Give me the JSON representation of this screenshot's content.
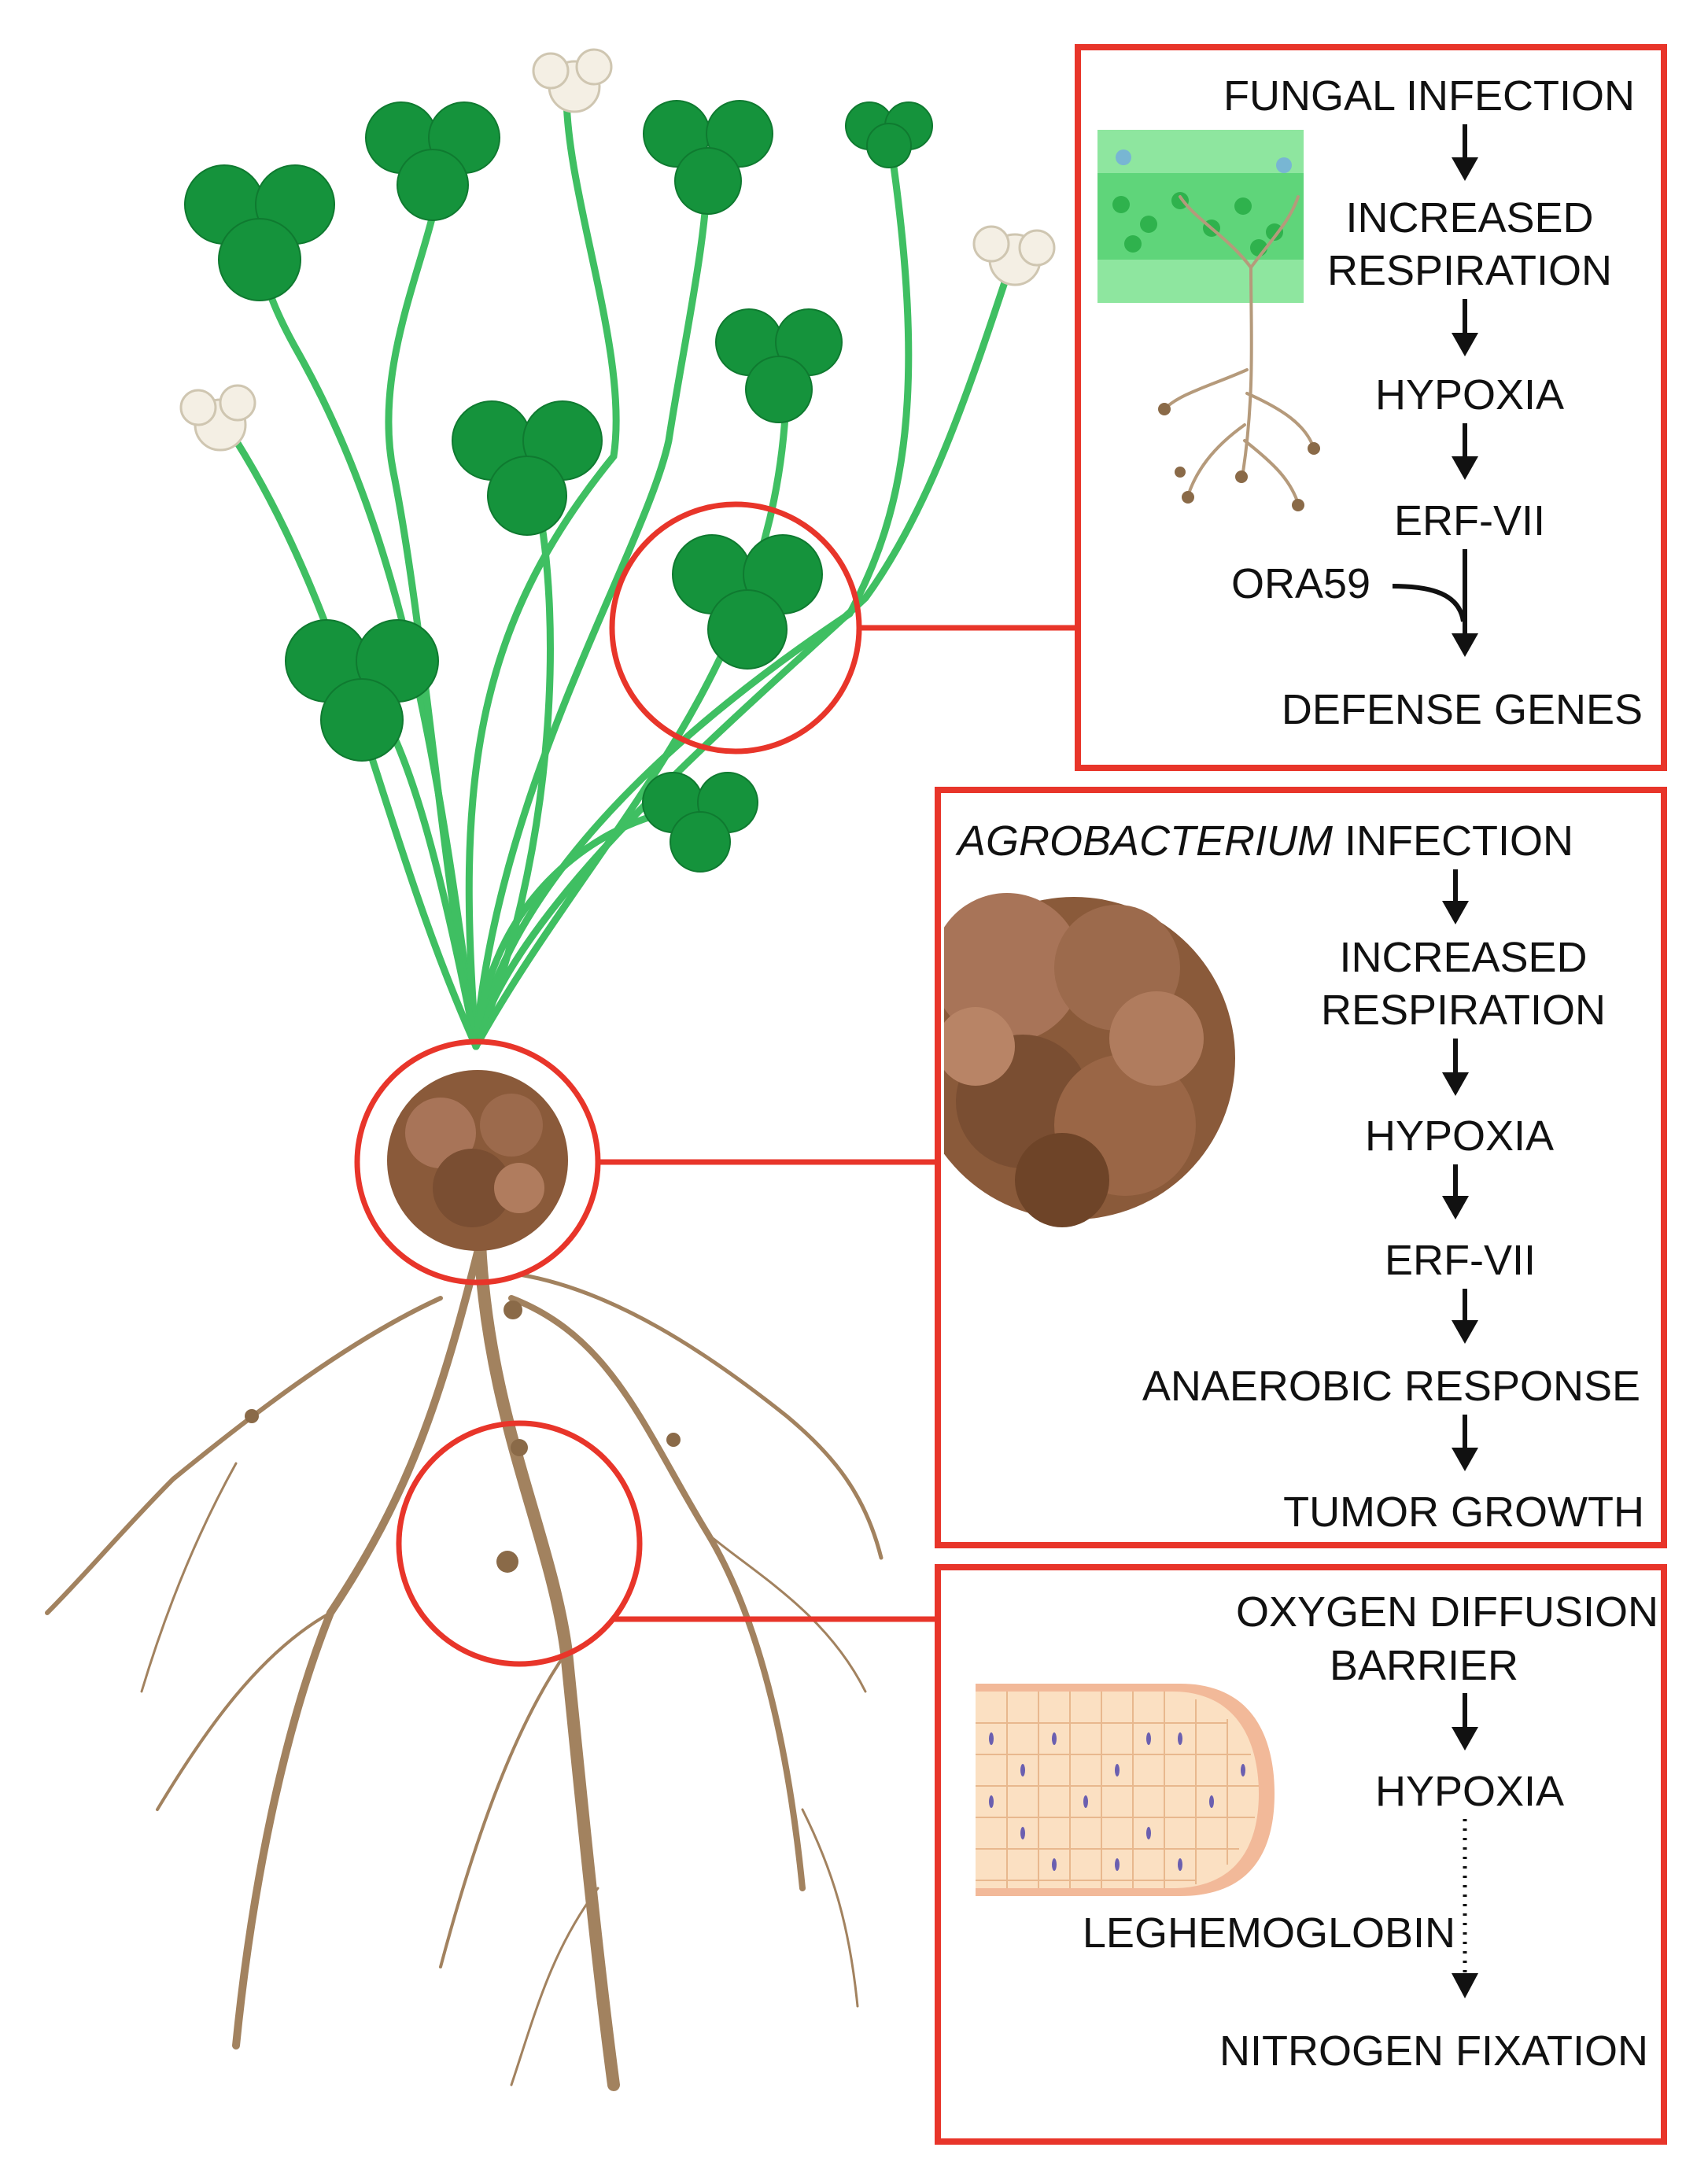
{
  "colors": {
    "callout_red": "#e8352a",
    "leaf_green": "#15933c",
    "stem_green": "#3fbf62",
    "root_brown": "#a2825f",
    "gall_brown": "#8a5a3a",
    "nodule_peach": "#f6c9a0",
    "arrow_black": "#111111"
  },
  "panels": {
    "fungal": {
      "title": "FUNGAL INFECTION",
      "step1a": "INCREASED",
      "step1b": "RESPIRATION",
      "step2": "HYPOXIA",
      "step3": "ERF-VII",
      "modulator": "ORA59",
      "step4": "DEFENSE GENES",
      "illustration": "leaf-cross-section-with-fungal-hyphae"
    },
    "agrobacterium": {
      "title_italic": "AGROBACTERIUM",
      "title_rest": " INFECTION",
      "step1a": "INCREASED",
      "step1b": "RESPIRATION",
      "step2": "HYPOXIA",
      "step3": "ERF-VII",
      "step4": "ANAEROBIC RESPONSE",
      "step5": "TUMOR GROWTH",
      "illustration": "crown-gall-tumor"
    },
    "nodule": {
      "title_a": "OXYGEN DIFFUSION",
      "title_b": "BARRIER",
      "step1": "HYPOXIA",
      "modulator": "LEGHEMOGLOBIN",
      "step2": "NITROGEN FIXATION",
      "illustration": "root-nodule-cells"
    }
  }
}
